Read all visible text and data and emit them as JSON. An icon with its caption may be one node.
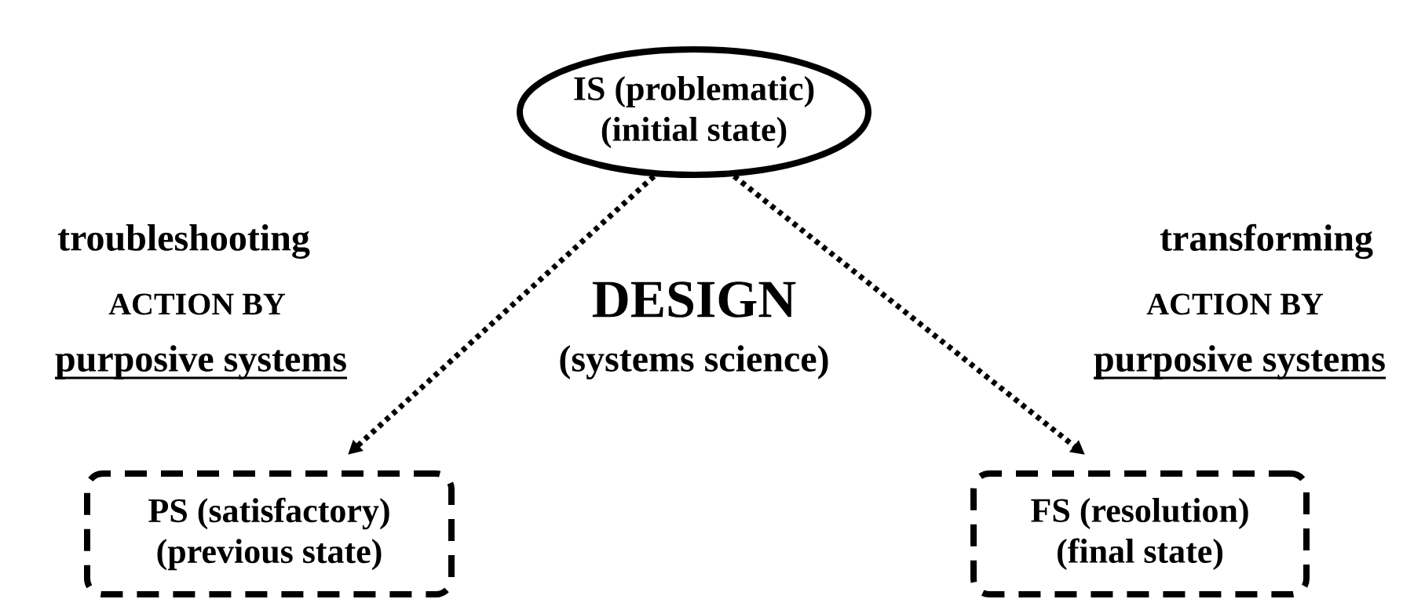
{
  "diagram": {
    "nodes": [
      {
        "text": [
          "IS (problematic)",
          "(initial state)"
        ]
      },
      {
        "text": [
          "PS (satisfactory)",
          "(previous state)"
        ]
      },
      {
        "text": [
          "FS (resolution)",
          "(final state)"
        ]
      }
    ],
    "edges": [
      {
        "from": 0,
        "to": 1,
        "arrow": "to",
        "style": "dashed"
      },
      {
        "from": 0,
        "to": 2,
        "arrow": "to",
        "style": "dashed"
      }
    ],
    "labels": [
      "troubleshooting",
      "transforming",
      "ACTION BY",
      "DESIGN",
      "ACTION BY",
      "purposive systems",
      "(systems science)",
      "purposive systems"
    ]
  }
}
